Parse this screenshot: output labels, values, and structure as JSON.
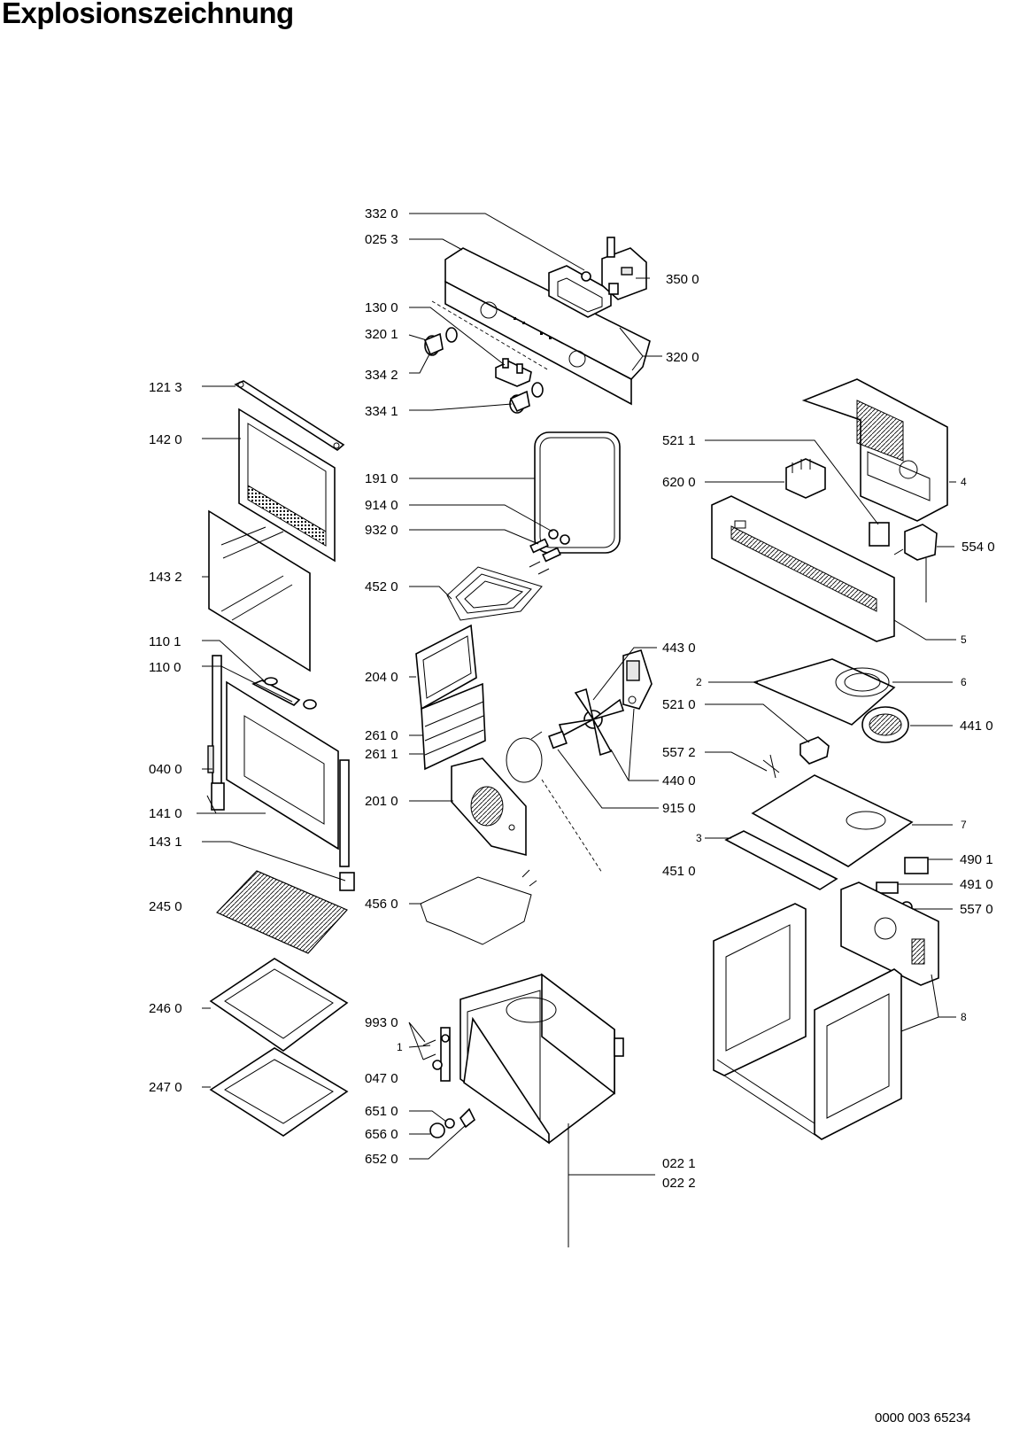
{
  "title": "Explosionszeichnung",
  "document_code": "0000 003 65234",
  "parts": [
    {
      "id": "p3320",
      "label": "332 0"
    },
    {
      "id": "p0253",
      "label": "025 3"
    },
    {
      "id": "p3500",
      "label": "350 0"
    },
    {
      "id": "p1300",
      "label": "130 0"
    },
    {
      "id": "p3201",
      "label": "320 1"
    },
    {
      "id": "p3200",
      "label": "320 0"
    },
    {
      "id": "p3342",
      "label": "334 2"
    },
    {
      "id": "p1213",
      "label": "121 3"
    },
    {
      "id": "p3341",
      "label": "334 1"
    },
    {
      "id": "p1420",
      "label": "142 0"
    },
    {
      "id": "p5211",
      "label": "521 1"
    },
    {
      "id": "p1910",
      "label": "191 0"
    },
    {
      "id": "p6200",
      "label": "620 0"
    },
    {
      "id": "p4",
      "label": "4"
    },
    {
      "id": "p9140",
      "label": "914 0"
    },
    {
      "id": "p9320",
      "label": "932 0"
    },
    {
      "id": "p5540",
      "label": "554 0"
    },
    {
      "id": "p1432",
      "label": "143 2"
    },
    {
      "id": "p4520",
      "label": "452 0"
    },
    {
      "id": "p5",
      "label": "5"
    },
    {
      "id": "p1101",
      "label": "110 1"
    },
    {
      "id": "p4430",
      "label": "443 0"
    },
    {
      "id": "p1100",
      "label": "110 0"
    },
    {
      "id": "p2040",
      "label": "204 0"
    },
    {
      "id": "p2",
      "label": "2"
    },
    {
      "id": "p6",
      "label": "6"
    },
    {
      "id": "p5210",
      "label": "521 0"
    },
    {
      "id": "p4410",
      "label": "441 0"
    },
    {
      "id": "p2610",
      "label": "261 0"
    },
    {
      "id": "p2611",
      "label": "261 1"
    },
    {
      "id": "p5572",
      "label": "557 2"
    },
    {
      "id": "p0400",
      "label": "040 0"
    },
    {
      "id": "p4400",
      "label": "440 0"
    },
    {
      "id": "p1410",
      "label": "141 0"
    },
    {
      "id": "p2010",
      "label": "201 0"
    },
    {
      "id": "p9150",
      "label": "915 0"
    },
    {
      "id": "p1431",
      "label": "143 1"
    },
    {
      "id": "p3",
      "label": "3"
    },
    {
      "id": "p7",
      "label": "7"
    },
    {
      "id": "p4510",
      "label": "451 0"
    },
    {
      "id": "p4901",
      "label": "490 1"
    },
    {
      "id": "p2450",
      "label": "245 0"
    },
    {
      "id": "p4560",
      "label": "456 0"
    },
    {
      "id": "p4910",
      "label": "491 0"
    },
    {
      "id": "p5570",
      "label": "557 0"
    },
    {
      "id": "p2460",
      "label": "246 0"
    },
    {
      "id": "p9930",
      "label": "993 0"
    },
    {
      "id": "p8",
      "label": "8"
    },
    {
      "id": "p1",
      "label": "1"
    },
    {
      "id": "p2470",
      "label": "247 0"
    },
    {
      "id": "p0470",
      "label": "047 0"
    },
    {
      "id": "p6510",
      "label": "651 0"
    },
    {
      "id": "p6560",
      "label": "656 0"
    },
    {
      "id": "p6520",
      "label": "652 0"
    },
    {
      "id": "p0221",
      "label": "022 1"
    },
    {
      "id": "p0222",
      "label": "022 2"
    }
  ]
}
